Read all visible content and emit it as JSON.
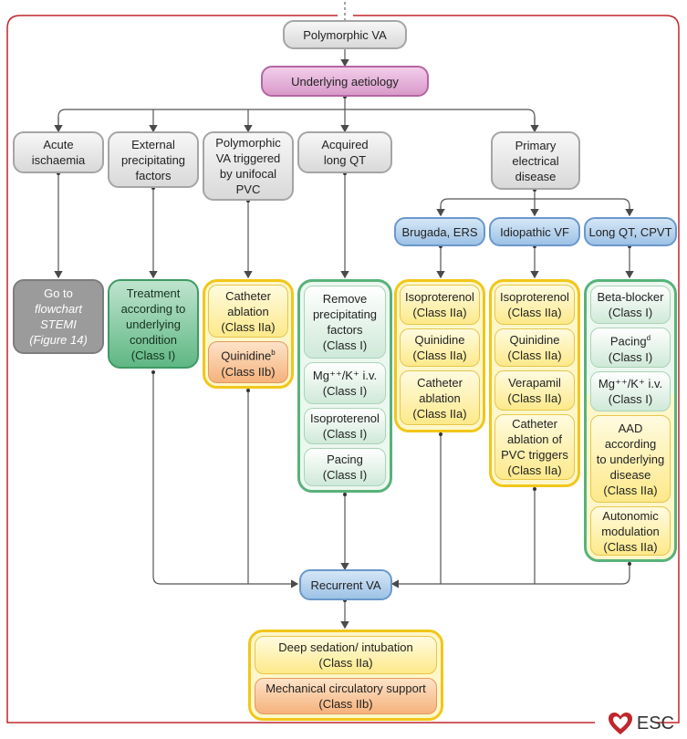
{
  "top": {
    "polymorphic_va": "Polymorphic VA",
    "underlying": "Underlying aetiology"
  },
  "causes": {
    "acute": [
      "Acute",
      "ischaemia"
    ],
    "external": [
      "External",
      "precipitating",
      "factors"
    ],
    "pvc": [
      "Polymorphic",
      "VA triggered",
      "by unifocal",
      "PVC"
    ],
    "acquired": [
      "Acquired",
      "long QT"
    ],
    "primary": [
      "Primary",
      "electrical",
      "disease"
    ]
  },
  "primary_sub": {
    "brugada": "Brugada, ERS",
    "idiopathic": "Idiopathic VF",
    "longqt": "Long QT, CPVT"
  },
  "treatments": {
    "acute": {
      "l1": "Go to",
      "l2": "flowchart",
      "l3": "STEMI",
      "l4": "(Figure 14)"
    },
    "external": [
      "Treatment",
      "according to",
      "underlying",
      "condition",
      "(Class I)"
    ],
    "pvc": {
      "catheter": [
        "Catheter",
        "ablation",
        "(Class IIa)"
      ],
      "quinidine": "Quinidine",
      "quinidine_sup": "b",
      "quinidine_class": "(Class IIb)"
    },
    "acquired": {
      "remove": [
        "Remove",
        "precipitating",
        "factors",
        "(Class I)"
      ],
      "mg": [
        "Mg⁺⁺/K⁺ i.v.",
        "(Class I)"
      ],
      "iso": [
        "Isoproterenol",
        "(Class I)"
      ],
      "pacing": [
        "Pacing",
        "(Class I)"
      ]
    },
    "brugada": {
      "iso": [
        "Isoproterenol",
        "(Class IIa)"
      ],
      "quin": [
        "Quinidine",
        "(Class IIa)"
      ],
      "cath": [
        "Catheter",
        "ablation",
        "(Class IIa)"
      ]
    },
    "idiopathic": {
      "iso": [
        "Isoproterenol",
        "(Class IIa)"
      ],
      "quin": [
        "Quinidine",
        "(Class IIa)"
      ],
      "vera": [
        "Verapamil",
        "(Class IIa)"
      ],
      "cath": [
        "Catheter",
        "ablation of",
        "PVC triggers",
        "(Class IIa)"
      ]
    },
    "longqt": {
      "beta": [
        "Beta-blocker",
        "(Class I)"
      ],
      "pacing": "Pacing",
      "pacing_sup": "d",
      "pacing_class": "(Class I)",
      "mg": [
        "Mg⁺⁺/K⁺ i.v.",
        "(Class I)"
      ],
      "aad": [
        "AAD",
        "according",
        "to underlying",
        "disease",
        "(Class IIa)"
      ],
      "auto": [
        "Autonomic",
        "modulation",
        "(Class IIa)"
      ]
    }
  },
  "recurrent": "Recurrent VA",
  "final": {
    "sedation": [
      "Deep sedation/ intubation",
      "(Class IIa)"
    ],
    "mcs": [
      "Mechanical circulatory support",
      "(Class IIb)"
    ]
  },
  "logo": "ESC",
  "colors": {
    "frame": "#c0262b",
    "line": "#5a5a5a",
    "green": "#58b27a",
    "yellow": "#f2c61a",
    "blue": "#6a98cb",
    "purple": "#b366a2"
  }
}
